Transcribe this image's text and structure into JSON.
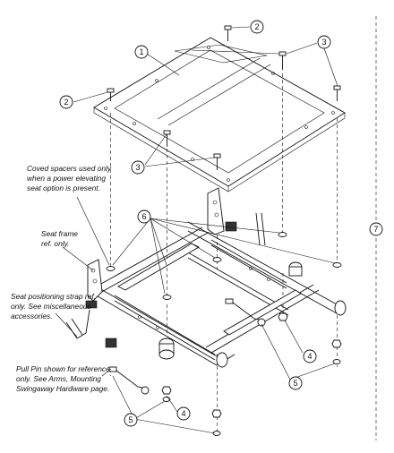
{
  "callouts": [
    {
      "id": "c1",
      "label": "1"
    },
    {
      "id": "c2a",
      "label": "2"
    },
    {
      "id": "c2b",
      "label": "2"
    },
    {
      "id": "c3a",
      "label": "3"
    },
    {
      "id": "c3b",
      "label": "3"
    },
    {
      "id": "c4a",
      "label": "4"
    },
    {
      "id": "c4b",
      "label": "4"
    },
    {
      "id": "c5a",
      "label": "5"
    },
    {
      "id": "c5b",
      "label": "5"
    },
    {
      "id": "c6",
      "label": "6"
    },
    {
      "id": "c7",
      "label": "7"
    }
  ],
  "notes": {
    "coved_spacers": [
      "Coved spacers used only",
      "when a power elevating",
      "seat option is present."
    ],
    "seat_frame": [
      "Seat frame",
      "ref. only."
    ],
    "strap": [
      "Seat positioning strap ref.",
      "only. See miscellaneous",
      "accessories."
    ],
    "pull_pin": [
      "Pull Pin shown for reference",
      "only. See Arms, Mounting",
      "Swingaway Hardware page."
    ]
  }
}
